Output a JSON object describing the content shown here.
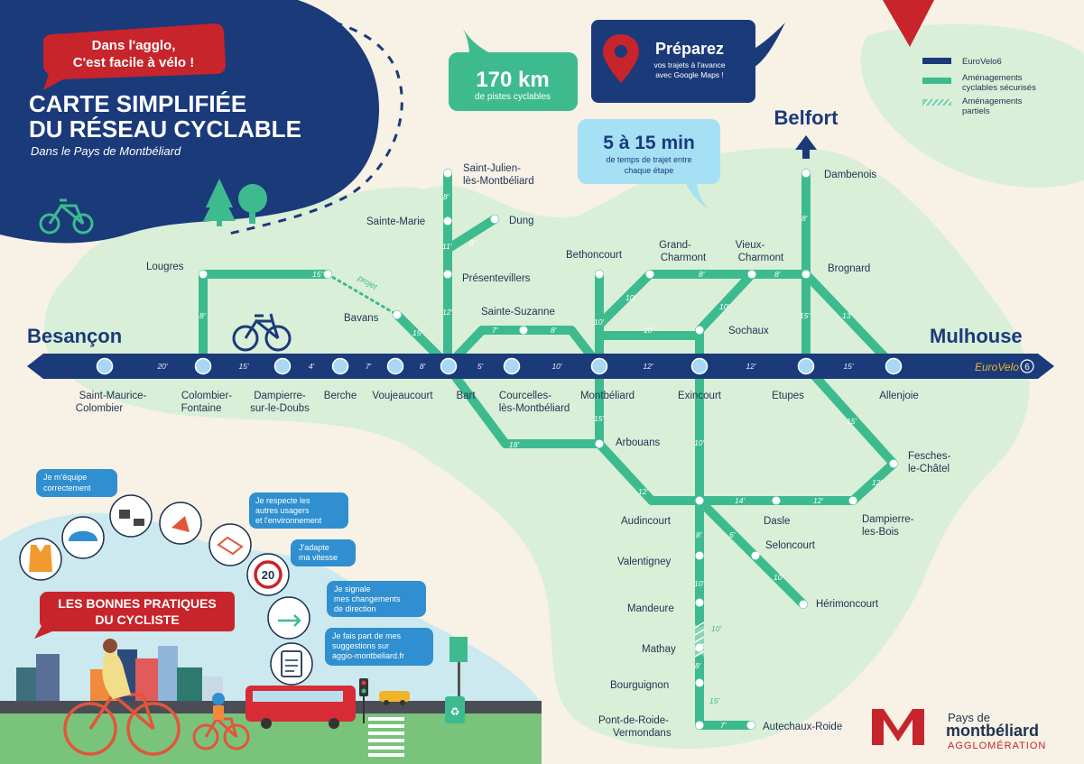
{
  "header": {
    "slogan_line1": "Dans l'agglo,",
    "slogan_line2": "C'est facile à vélo !",
    "title_line1": "CARTE SIMPLIFIÉE",
    "title_line2": "DU RÉSEAU CYCLABLE",
    "subtitle": "Dans le Pays de Montbéliard"
  },
  "info": {
    "km_value": "170 km",
    "km_label": "de pistes cyclables",
    "prepare_title": "Préparez",
    "prepare_line1": "vos trajets à l'avance",
    "prepare_line2": "avec Google Maps !",
    "time_value": "5 à 15 min",
    "time_line1": "de temps de trajet entre",
    "time_line2": "chaque étape"
  },
  "legend": {
    "eurovelo": "EuroVelo6",
    "secure_line1": "Aménagements",
    "secure_line2": "cyclables sécurisés",
    "partial_line1": "Aménagements",
    "partial_line2": "partiels"
  },
  "cities": {
    "besancon": "Besançon",
    "mulhouse": "Mulhouse",
    "belfort": "Belfort",
    "eurovelo_badge": "EuroVelo",
    "eurovelo_num": "6"
  },
  "projet_label": "projet",
  "stations": {
    "saint_maurice_1": "Saint-Maurice-",
    "saint_maurice_2": "Colombier",
    "colombier_1": "Colombier-",
    "colombier_2": "Fontaine",
    "dampierre_doubs_1": "Dampierre-",
    "dampierre_doubs_2": "sur-le-Doubs",
    "berche": "Berche",
    "voujeaucourt": "Voujeaucourt",
    "bart": "Bart",
    "courcelles_1": "Courcelles-",
    "courcelles_2": "lès-Montbéliard",
    "montbeliard": "Montbéliard",
    "exincourt": "Exincourt",
    "etupes": "Etupes",
    "allenjoie": "Allenjoie",
    "lougres": "Lougres",
    "bavans": "Bavans",
    "sainte_marie": "Sainte-Marie",
    "saint_julien_1": "Saint-Julien-",
    "saint_julien_2": "lès-Montbéliard",
    "dung": "Dung",
    "presentevillers": "Présentevillers",
    "sainte_suzanne": "Sainte-Suzanne",
    "bethoncourt": "Bethoncourt",
    "grand_charmont_1": "Grand-",
    "grand_charmont_2": "Charmont",
    "vieux_charmont_1": "Vieux-",
    "vieux_charmont_2": "Charmont",
    "brognard": "Brognard",
    "dambenois": "Dambenois",
    "sochaux": "Sochaux",
    "arbouans": "Arbouans",
    "audincourt": "Audincourt",
    "dasle": "Dasle",
    "seloncourt": "Seloncourt",
    "dampierre_bois_1": "Dampierre-",
    "dampierre_bois_2": "les-Bois",
    "fesches_1": "Fesches-",
    "fesches_2": "le-Châtel",
    "herimoncourt": "Hérimoncourt",
    "valentigney": "Valentigney",
    "mandeure": "Mandeure",
    "mathay": "Mathay",
    "bourguignon": "Bourguignon",
    "pont_roide_1": "Pont-de-Roide-",
    "pont_roide_2": "Vermondans",
    "autechaux": "Autechaux-Roide"
  },
  "times": {
    "ev_1": "20'",
    "ev_2": "15'",
    "ev_3": "4'",
    "ev_4": "7'",
    "ev_5": "8'",
    "ev_6": "5'",
    "ev_7": "10'",
    "ev_8": "12'",
    "ev_9": "12'",
    "ev_10": "15'",
    "lougres_top": "15'",
    "lougres_side": "8'",
    "bavans": "15'",
    "sj_1": "8'",
    "sj_2": "11'",
    "dung": "8'",
    "pres": "12'",
    "suz_1": "7'",
    "suz_2": "8'",
    "beth": "10'",
    "gc_diag": "10'",
    "gc_vc": "8'",
    "vc_br": "8'",
    "vc_diag": "10'",
    "sochaux_link": "10'",
    "dambenois": "8'",
    "brog_down": "15'",
    "brog_mul": "13'",
    "bart_arb": "18'",
    "mont_arb": "15'",
    "arb_aud": "12'",
    "exi_aud": "10'",
    "aud_dasle": "14'",
    "dasle_dbois": "12'",
    "dbois_fes": "12'",
    "etupes_fes": "15'",
    "aud_sel": "6'",
    "sel_her": "10'",
    "aud_val": "8'",
    "val_man": "10'",
    "man_mat": "10'",
    "mat_bou": "8'",
    "bou_pont": "15'",
    "pont_aut": "7'"
  },
  "practices": {
    "title_line1": "LES BONNES PRATIQUES",
    "title_line2": "DU CYCLISTE",
    "tip1_line1": "Je m'équipe",
    "tip1_line2": "correctement",
    "tip2_line1": "Je respecte les",
    "tip2_line2": "autres usagers",
    "tip2_line3": "et l'environnement",
    "tip3_line1": "J'adapte",
    "tip3_line2": "ma vitesse",
    "tip4_line1": "Je signale",
    "tip4_line2": "mes changements",
    "tip4_line3": "de direction",
    "tip5_line1": "Je fais part de mes",
    "tip5_line2": "suggestions sur",
    "tip5_line3": "aggio-montbeliard.fr",
    "speed_sign": "20"
  },
  "logo": {
    "line1": "Pays de",
    "line2": "montbéliard",
    "line3": "AGGLOMÉRATION"
  },
  "colors": {
    "navy": "#1b3a7a",
    "green": "#3dbb8f",
    "light_green": "#d4ecd4",
    "red": "#c8242b",
    "blue_bubble": "#2f8fd0",
    "light_blue": "#a6e0f5",
    "station": "#a8d8f5"
  }
}
